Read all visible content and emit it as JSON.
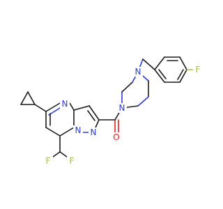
{
  "molecule": {
    "atoms": {
      "n_pyrimidine": {
        "label": "N",
        "color": "#2a3bd6"
      },
      "n_bridge": {
        "label": "N",
        "color": "#2a3bd6"
      },
      "n_pyrazole": {
        "label": "N",
        "color": "#2a3bd6"
      },
      "n_piperazine_top": {
        "label": "N",
        "color": "#2a3bd6"
      },
      "n_piperazine_bottom": {
        "label": "N",
        "color": "#2a3bd6"
      },
      "o_carbonyl": {
        "label": "O",
        "color": "#e0201a"
      },
      "f_aryl": {
        "label": "F",
        "color": "#9ec43d"
      },
      "f_difluoro_1": {
        "label": "F",
        "color": "#9ec43d"
      },
      "f_difluoro_2": {
        "label": "F",
        "color": "#9ec43d"
      }
    },
    "colors": {
      "bond": "#1a1a1a",
      "nitrogen": "#2a3bd6",
      "oxygen": "#e0201a",
      "fluorine": "#9ec43d"
    }
  }
}
